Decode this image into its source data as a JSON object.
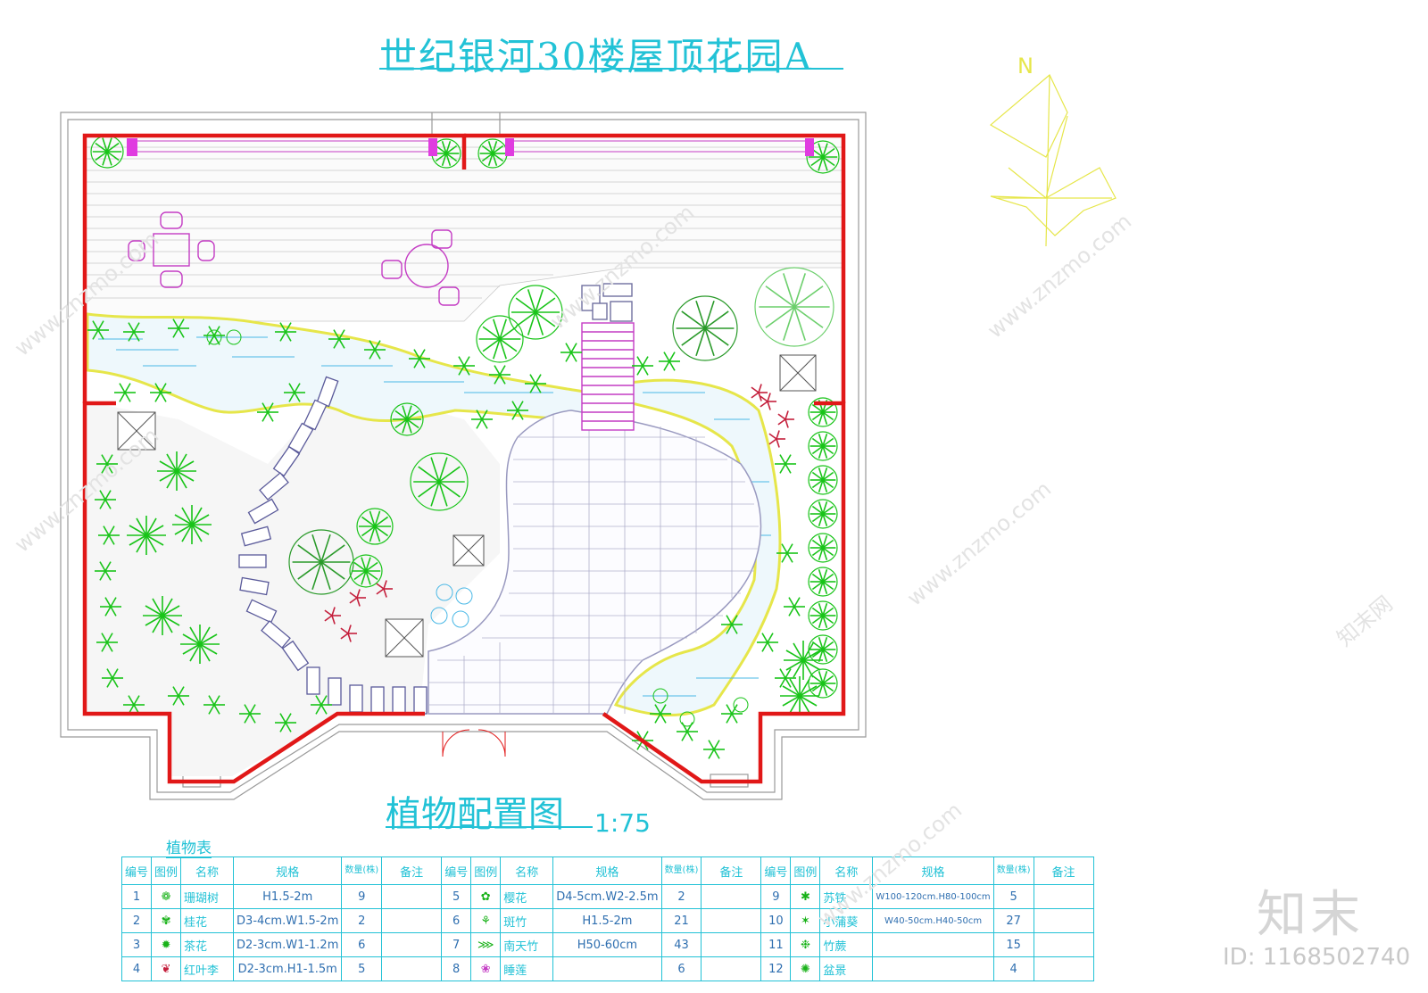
{
  "title": "世纪银河30楼屋顶花园A",
  "subtitle": "植物配置图",
  "scale": "1:75",
  "table_caption": "植物表",
  "north_label": "N",
  "watermark": {
    "logo": "知末",
    "id": "ID: 1168502740",
    "site": "www.znzmo.com",
    "brand": "知末网"
  },
  "table_headers": [
    "编号",
    "图例",
    "名称",
    "规格",
    "数量(株)",
    "备注"
  ],
  "plants": [
    {
      "no": "1",
      "name": "珊瑚树",
      "spec": "H1.5-2m",
      "qty": "9",
      "note": ""
    },
    {
      "no": "2",
      "name": "桂花",
      "spec": "D3-4cm.W1.5-2m",
      "qty": "2",
      "note": ""
    },
    {
      "no": "3",
      "name": "茶花",
      "spec": "D2-3cm.W1-1.2m",
      "qty": "6",
      "note": ""
    },
    {
      "no": "4",
      "name": "红叶李",
      "spec": "D2-3cm.H1-1.5m",
      "qty": "5",
      "note": ""
    },
    {
      "no": "5",
      "name": "樱花",
      "spec": "D4-5cm.W2-2.5m",
      "qty": "2",
      "note": ""
    },
    {
      "no": "6",
      "name": "斑竹",
      "spec": "H1.5-2m",
      "qty": "21",
      "note": ""
    },
    {
      "no": "7",
      "name": "南天竹",
      "spec": "H50-60cm",
      "qty": "43",
      "note": ""
    },
    {
      "no": "8",
      "name": "睡莲",
      "spec": "",
      "qty": "6",
      "note": ""
    },
    {
      "no": "9",
      "name": "苏铁",
      "spec": "W100-120cm.H80-100cm",
      "qty": "5",
      "note": ""
    },
    {
      "no": "10",
      "name": "小蒲葵",
      "spec": "W40-50cm.H40-50cm",
      "qty": "27",
      "note": ""
    },
    {
      "no": "11",
      "name": "竹蕨",
      "spec": "",
      "qty": "15",
      "note": ""
    },
    {
      "no": "12",
      "name": "盆景",
      "spec": "",
      "qty": "4",
      "note": ""
    }
  ],
  "colors": {
    "wall": "#e11818",
    "cad_cyan": "#22c2d6",
    "plant": "#19c419",
    "path": "#e6e64a",
    "water": "#4ab8e6",
    "furniture": "#c43cc4",
    "paving": "#8a8ab0"
  }
}
